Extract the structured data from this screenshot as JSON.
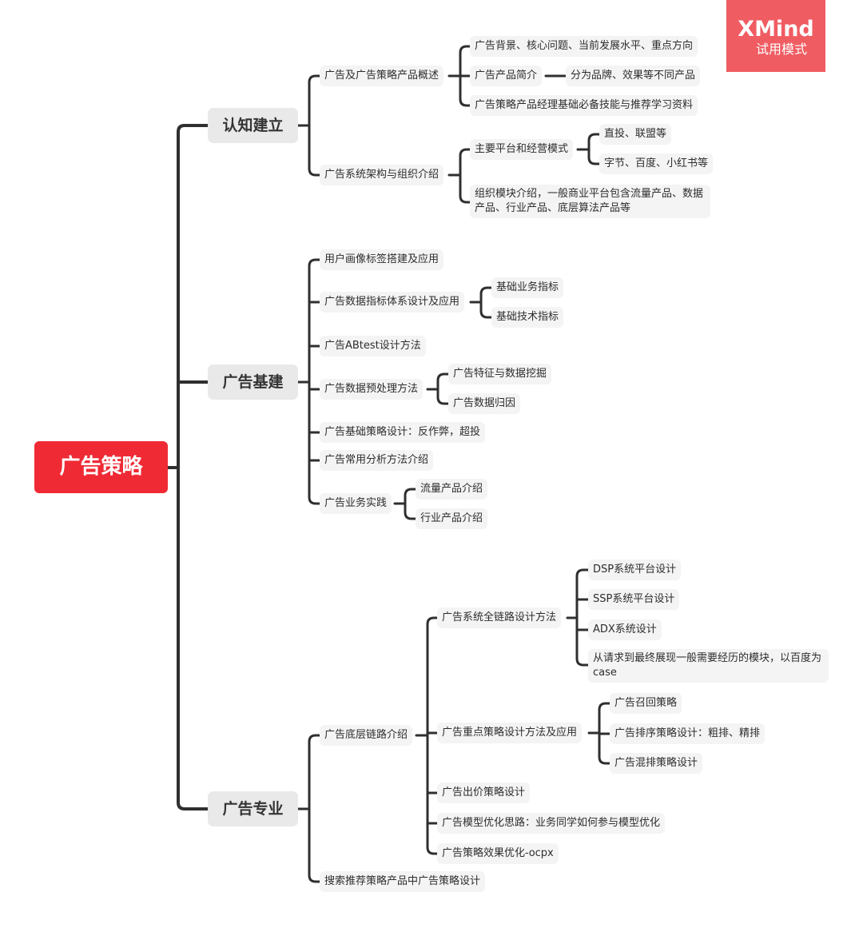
{
  "watermark": {
    "brand": "XMind",
    "mode": "试用模式"
  },
  "root": "广告策略",
  "branches": [
    {
      "label": "认知建立",
      "children": [
        {
          "label": "广告及广告策略产品概述",
          "children": [
            {
              "label": "广告背景、核心问题、当前发展水平、重点方向"
            },
            {
              "label": "广告产品简介",
              "children": [
                {
                  "label": "分为品牌、效果等不同产品"
                }
              ]
            },
            {
              "label": "广告策略产品经理基础必备技能与推荐学习资料"
            }
          ]
        },
        {
          "label": "广告系统架构与组织介绍",
          "children": [
            {
              "label": "主要平台和经营模式",
              "children": [
                {
                  "label": "直投、联盟等"
                },
                {
                  "label": "字节、百度、小红书等"
                }
              ]
            },
            {
              "label": "组织模块介绍，一般商业平台包含流量产品、数据产品、行业产品、底层算法产品等"
            }
          ]
        }
      ]
    },
    {
      "label": "广告基建",
      "children": [
        {
          "label": "用户画像标签搭建及应用"
        },
        {
          "label": "广告数据指标体系设计及应用",
          "children": [
            {
              "label": "基础业务指标"
            },
            {
              "label": "基础技术指标"
            }
          ]
        },
        {
          "label": "广告ABtest设计方法"
        },
        {
          "label": "广告数据预处理方法",
          "children": [
            {
              "label": "广告特征与数据挖掘"
            },
            {
              "label": "广告数据归因"
            }
          ]
        },
        {
          "label": "广告基础策略设计：反作弊，超投"
        },
        {
          "label": "广告常用分析方法介绍"
        },
        {
          "label": "广告业务实践",
          "children": [
            {
              "label": "流量产品介绍"
            },
            {
              "label": "行业产品介绍"
            }
          ]
        }
      ]
    },
    {
      "label": "广告专业",
      "children": [
        {
          "label": "广告底层链路介绍",
          "children": [
            {
              "label": "广告系统全链路设计方法",
              "children": [
                {
                  "label": "DSP系统平台设计"
                },
                {
                  "label": "SSP系统平台设计"
                },
                {
                  "label": "ADX系统设计"
                },
                {
                  "label": "从请求到最终展现一般需要经历的模块，以百度为case"
                }
              ]
            },
            {
              "label": "广告重点策略设计方法及应用",
              "children": [
                {
                  "label": "广告召回策略"
                },
                {
                  "label": "广告排序策略设计：粗排、精排"
                },
                {
                  "label": "广告混排策略设计"
                }
              ]
            },
            {
              "label": "广告出价策略设计"
            },
            {
              "label": "广告模型优化思路：业务同学如何参与模型优化"
            },
            {
              "label": "广告策略效果优化-ocpx"
            }
          ]
        },
        {
          "label": "搜索推荐策略产品中广告策略设计"
        }
      ]
    }
  ]
}
